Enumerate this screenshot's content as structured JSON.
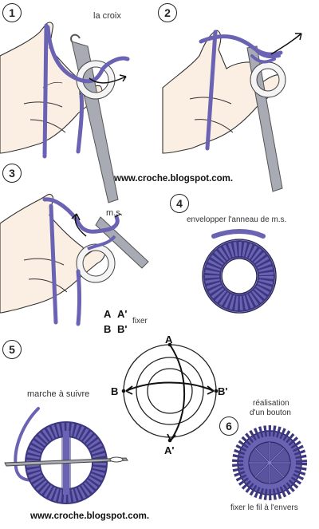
{
  "steps": {
    "s1": {
      "number": "1",
      "label": "la croix"
    },
    "s2": {
      "number": "2"
    },
    "s3": {
      "number": "3",
      "label": "m.s."
    },
    "s4": {
      "number": "4",
      "label": "envelopper l'anneau de m.s."
    },
    "s5": {
      "number": "5",
      "label": "marche à suivre"
    },
    "s6": {
      "number": "6",
      "label_line1": "réalisation",
      "label_line2": "d'un bouton",
      "caption": "fixer le fil à l'envers"
    }
  },
  "legend": {
    "row1_a": "A",
    "row1_b": "A'",
    "row2_a": "B",
    "row2_b": "B'",
    "action": "fixer"
  },
  "compass": {
    "top": "A",
    "bottom": "A'",
    "left": "B",
    "right": "B'"
  },
  "watermarks": {
    "top": "www.croche.blogspot.com.",
    "bottom": "www.croche.blogspot.com."
  },
  "colors": {
    "yarn": "#6a63b4",
    "yarn_dark": "#3d3780",
    "hook": "#a8aab4",
    "skin": "#fbeee2",
    "ring": "#f4f4f4"
  }
}
